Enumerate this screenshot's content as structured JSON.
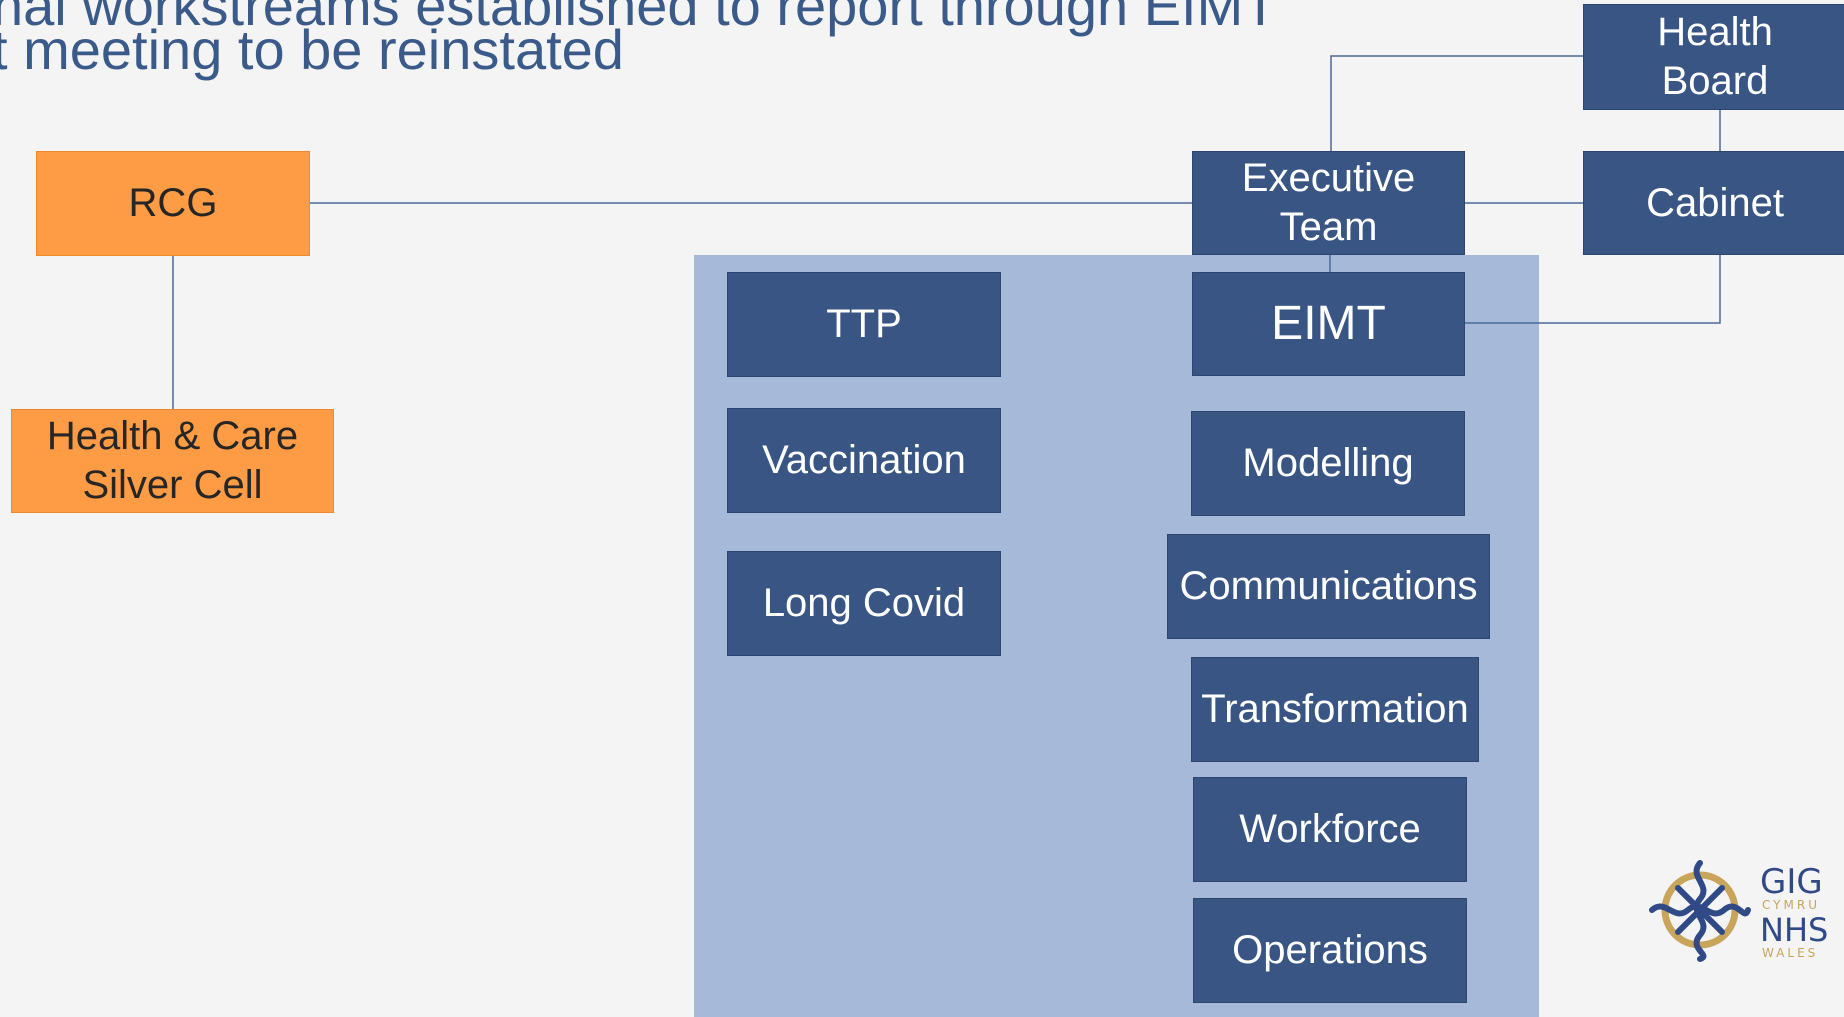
{
  "title": {
    "line1": "nal workstreams established to report through EIMT",
    "line2": "t meeting to be reinstated"
  },
  "boxes": {
    "health_board": "Health Board",
    "cabinet": "Cabinet",
    "executive_team": "Executive Team",
    "eimt": "EIMT",
    "rcg": "RCG",
    "silver_cell": "Health & Care Silver Cell",
    "ttp": "TTP",
    "vaccination": "Vaccination",
    "long_covid": "Long Covid",
    "modelling": "Modelling",
    "communications": "Communications",
    "transformation": "Transformation",
    "workforce": "Workforce",
    "operations": "Operations"
  },
  "logo": {
    "gig": "GIG",
    "cymru": "CYMRU",
    "nhs": "NHS",
    "wales": "WALES"
  },
  "colors": {
    "navy_box": "#385583",
    "orange_box": "#fd9c44",
    "panel": "#a7b9d9",
    "connector": "#4a6a9a",
    "title_text": "#3a5a8a"
  }
}
